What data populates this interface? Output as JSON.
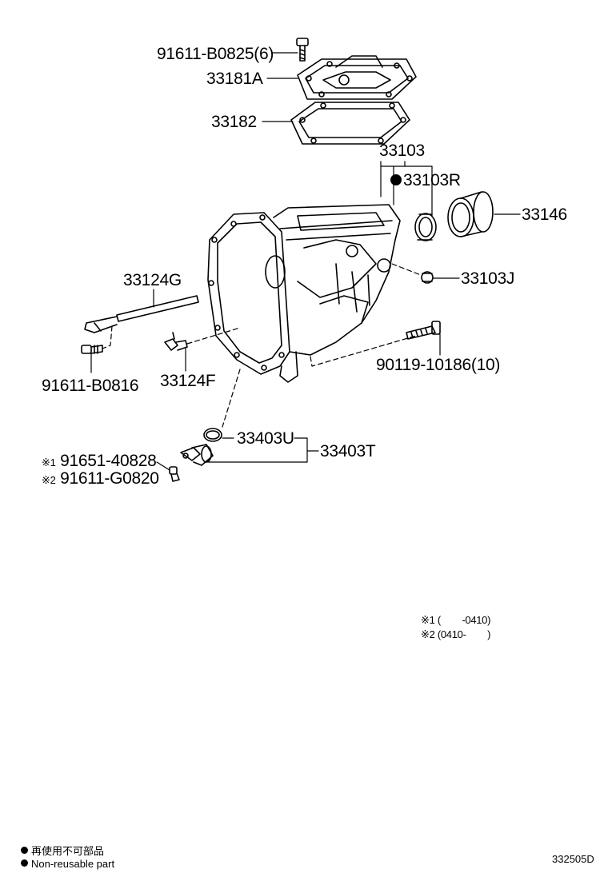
{
  "diagram": {
    "parts": {
      "p91611_B0825": "91611-B0825(6)",
      "p33181A": "33181A",
      "p33182": "33182",
      "p33103": "33103",
      "p33103R": "33103R",
      "p33146": "33146",
      "p33103J": "33103J",
      "p33124G": "33124G",
      "p91611_B0816": "91611-B0816",
      "p33124F": "33124F",
      "p90119_10186": "90119-10186(10)",
      "p33403U": "33403U",
      "p33403T": "33403T",
      "p91651_40828": "91651-40828",
      "p91611_G0820": "91611-G0820"
    },
    "variant_marks": {
      "mark1": "※1",
      "mark2": "※2"
    },
    "notes": {
      "note1": "※1 (        -0410)",
      "note2": "※2 (0410-        )"
    },
    "legend": {
      "line_jp": "再使用不可部品",
      "line_en": "Non-reusable part"
    },
    "diagram_code": "332505D"
  }
}
